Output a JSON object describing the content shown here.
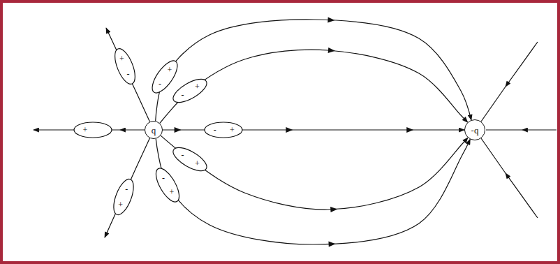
{
  "diagram": {
    "nodes": [
      {
        "text": [
          "+",
          "-"
        ]
      },
      {
        "text": [
          "+",
          "-"
        ]
      },
      {
        "text": [
          "+",
          "-"
        ]
      },
      {
        "text": [
          "+"
        ]
      },
      {
        "text": [
          "q"
        ]
      },
      {
        "text": [
          "-",
          "+"
        ]
      },
      {
        "text": [
          "-q"
        ]
      },
      {
        "text": [
          "-",
          "+"
        ]
      },
      {
        "text": [
          "-",
          "+"
        ]
      },
      {
        "text": [
          "-",
          "+"
        ]
      }
    ],
    "edges": [
      {
        "from": 4,
        "to": 6,
        "arrow": "to"
      },
      {
        "from": 4,
        "to": 6,
        "arrow": "to"
      },
      {
        "from": 4,
        "to": 6,
        "arrow": "to"
      },
      {
        "from": 4,
        "to": 6,
        "arrow": "to"
      },
      {
        "from": 4,
        "to": 6,
        "arrow": "to"
      }
    ]
  }
}
